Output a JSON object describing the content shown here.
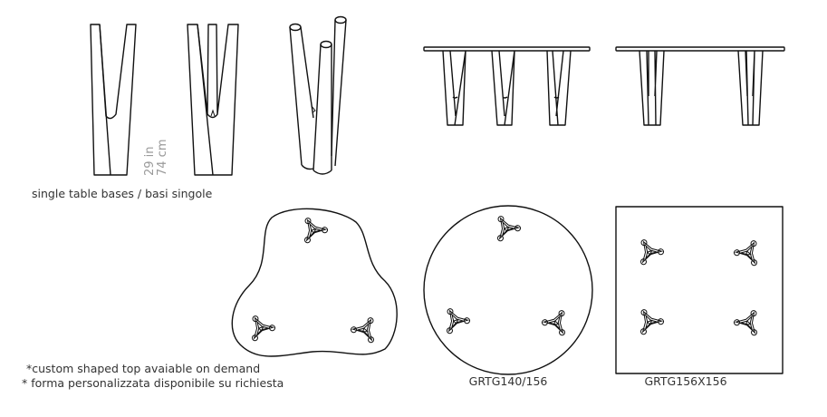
{
  "captions": {
    "single_bases": "single table bases / basi singole",
    "custom_note_en": "*custom shaped top avaiable on demand",
    "custom_note_it": "* forma personalizzata disponibile su richiesta",
    "round_model": "GRTG140/156",
    "square_model": "GRTG156X156"
  },
  "dimensions": {
    "height_in": "29 in",
    "height_cm": "74 cm"
  }
}
